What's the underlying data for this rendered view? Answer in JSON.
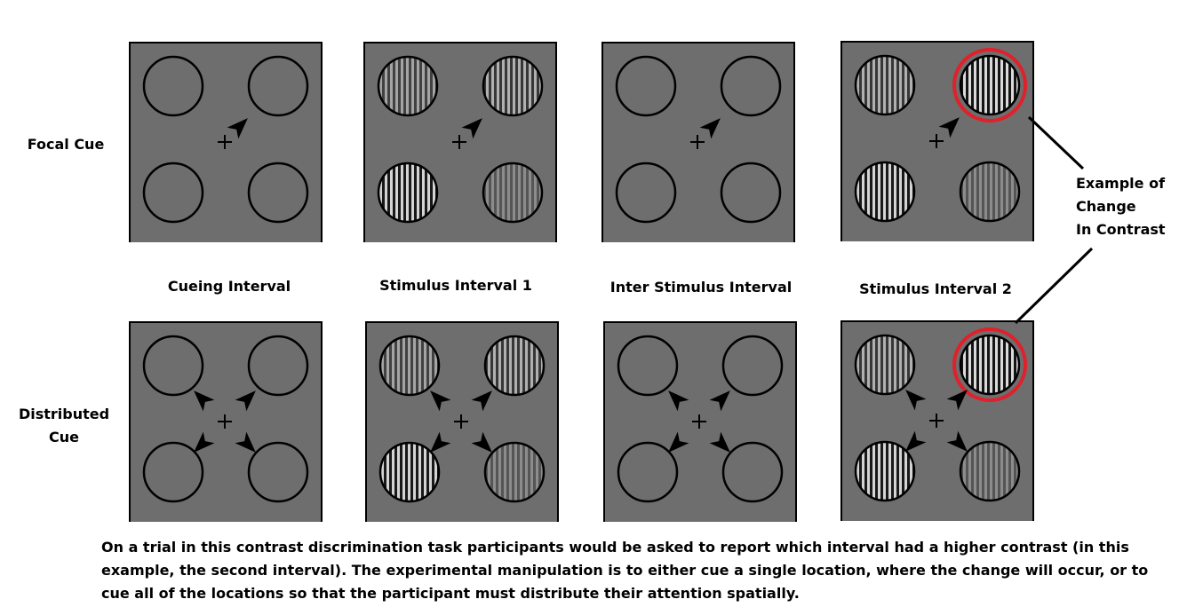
{
  "rows": [
    {
      "id": "focal",
      "label_lines": [
        "Focal Cue"
      ]
    },
    {
      "id": "distributed",
      "label_lines": [
        "Distributed",
        "Cue"
      ]
    }
  ],
  "intervals": [
    {
      "id": "cueing",
      "label": "Cueing Interval"
    },
    {
      "id": "stim1",
      "label": "Stimulus Interval 1"
    },
    {
      "id": "isi",
      "label": "Inter Stimulus Interval"
    },
    {
      "id": "stim2",
      "label": "Stimulus Interval 2"
    }
  ],
  "annotation": {
    "lines": [
      "Example of",
      "Change",
      "In Contrast"
    ]
  },
  "caption": "On a trial in this contrast discrimination task participants would be asked to report which interval had a higher contrast (in this example, the second interval). The experimental manipulation is to either cue a single location, where the change will occur, or to cue all of the locations so that the participant must distribute their attention spatially.",
  "colors": {
    "panel_bg": "#6e6e6e",
    "highlight_ring": "#e0202a",
    "stroke": "#000000",
    "background": "#ffffff"
  }
}
